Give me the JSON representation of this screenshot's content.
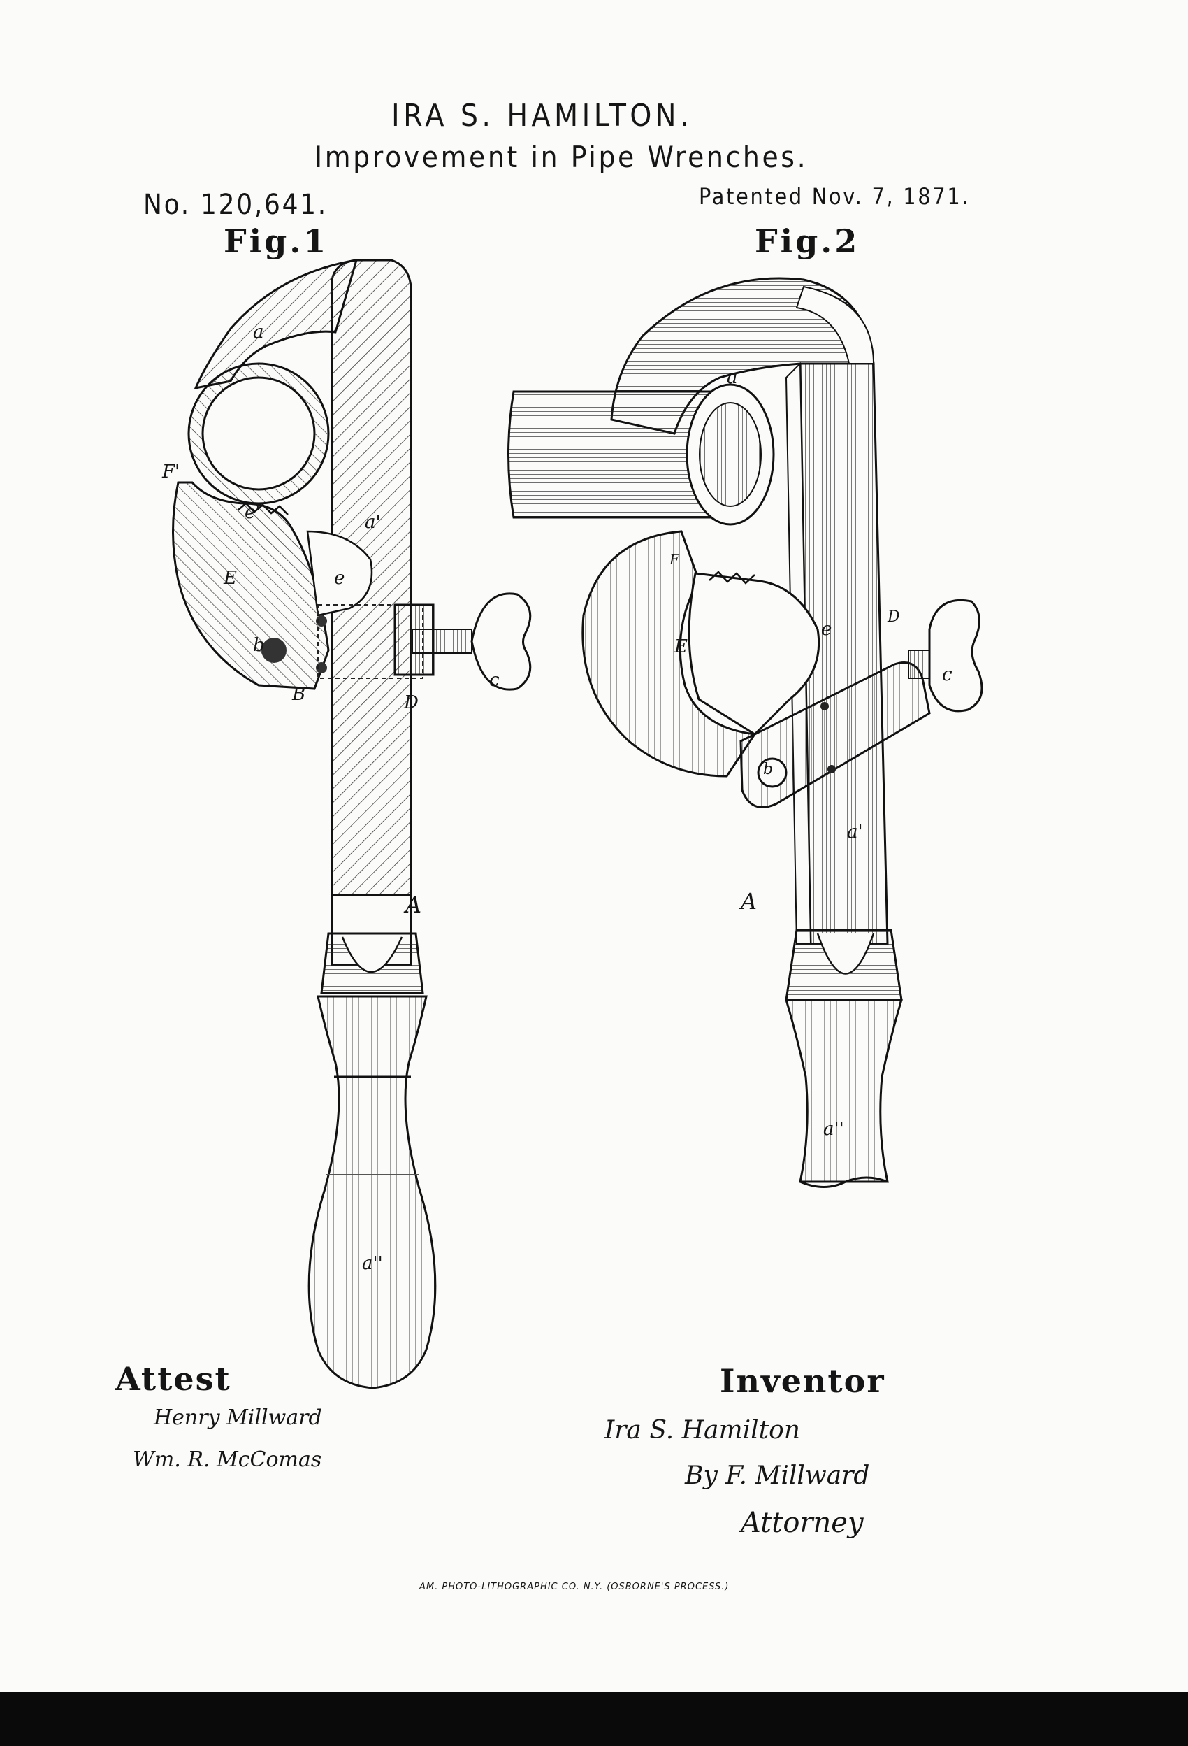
{
  "header": {
    "inventor": "IRA S. HAMILTON.",
    "title": "Improvement in Pipe Wrenches.",
    "patent_number": "No. 120,641.",
    "patent_date": "Patented Nov. 7, 1871."
  },
  "figures": {
    "fig1": {
      "label": "Fig.1",
      "refs": [
        "a",
        "F'",
        "e'",
        "a'",
        "e",
        "E",
        "b",
        "B",
        "D",
        "c",
        "A",
        "a''"
      ]
    },
    "fig2": {
      "label": "Fig.2",
      "refs": [
        "a",
        "F",
        "D",
        "e",
        "E",
        "b",
        "c",
        "a'",
        "A",
        "a''"
      ]
    }
  },
  "signatures": {
    "attest_label": "Attest",
    "witness_1": "Henry Millward",
    "witness_2": "Wm. R. McComas",
    "inventor_label": "Inventor",
    "inventor_signature": "Ira S. Hamilton",
    "by_line": "By F. Millward",
    "attorney_line": "Attorney"
  },
  "footer": {
    "printer": "AM. PHOTO-LITHOGRAPHIC CO. N.Y. (OSBORNE'S PROCESS.)"
  }
}
